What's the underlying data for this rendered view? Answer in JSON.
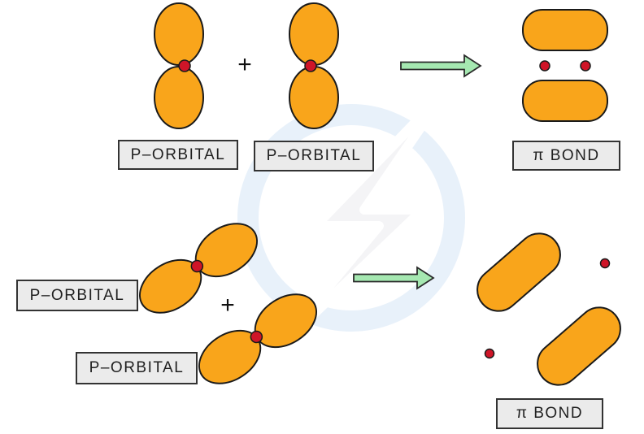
{
  "diagram": {
    "title_hint": "pi bond formation from p orbitals",
    "top_row": {
      "reactant1_label": "P–ORBITAL",
      "reactant2_label": "P–ORBITAL",
      "operator": "+",
      "product_label": "π BOND"
    },
    "bottom_row": {
      "reactant1_label": "P–ORBITAL",
      "reactant2_label": "P–ORBITAL",
      "operator": "+",
      "product_label": "π BOND"
    }
  },
  "icons": {
    "watermark": "lightning-bolt-in-circle-icon",
    "arrow": "right-block-arrow-icon",
    "electron_dot": "electron-dot"
  },
  "colors": {
    "orbital_fill": "#F9A51B",
    "outline": "#1A1A1A",
    "electron_dot": "#CF1528",
    "arrow_fill": "#A5E8B1",
    "label_background": "#EBEBEB",
    "label_border": "#333333",
    "watermark_ring": "#E8F1FA",
    "watermark_bolt": "#F4F4F6",
    "background": "#FFFFFF"
  }
}
